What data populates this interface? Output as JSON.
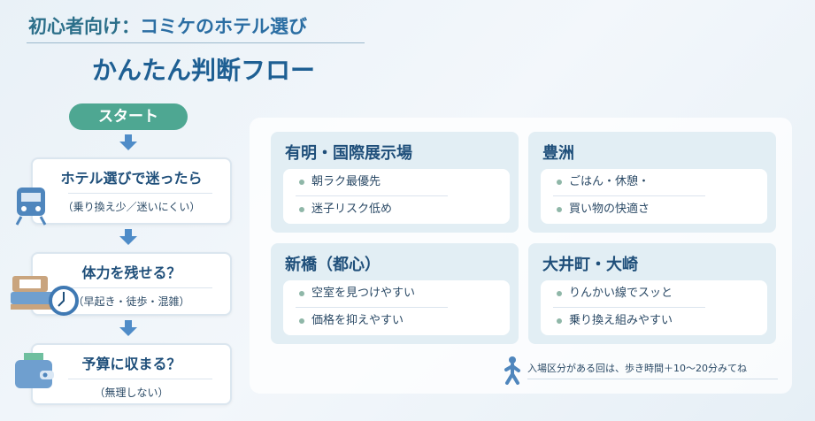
{
  "title": {
    "line1_prefix": "初心者向け：",
    "line1_main": "コミケのホテル選び",
    "line2": "かんたん判断フロー"
  },
  "flow": {
    "start": "スタート",
    "steps": [
      {
        "title": "ホテル選びで迷ったら",
        "sub": "（乗り換え少／迷いにくい）",
        "icon": "train-icon"
      },
      {
        "title": "体力を残せる？",
        "sub": "（早起き・徒歩・混雑）",
        "icon": "bed-clock-icon"
      },
      {
        "title": "予算に収まる？",
        "sub": "（無理しない）",
        "icon": "wallet-icon"
      }
    ]
  },
  "areas": [
    {
      "name": "有明・国際展示場",
      "points": [
        "朝ラク最優先",
        "迷子リスク低め"
      ]
    },
    {
      "name": "豊洲",
      "points": [
        "ごはん・休憩・",
        "買い物の快適さ"
      ]
    },
    {
      "name": "新橋（都心）",
      "points": [
        "空室を見つけやすい",
        "価格を抑えやすい"
      ]
    },
    {
      "name": "大井町・大崎",
      "points": [
        "りんかい線でスッと",
        "乗り換え組みやすい"
      ]
    }
  ],
  "note": {
    "text": "入場区分がある回は、歩き時間＋10〜20分みてね",
    "icon": "walking-person-icon"
  },
  "colors": {
    "accent": "#4ea792",
    "primary": "#1f4f7a",
    "arrow": "#4f8cc8"
  }
}
